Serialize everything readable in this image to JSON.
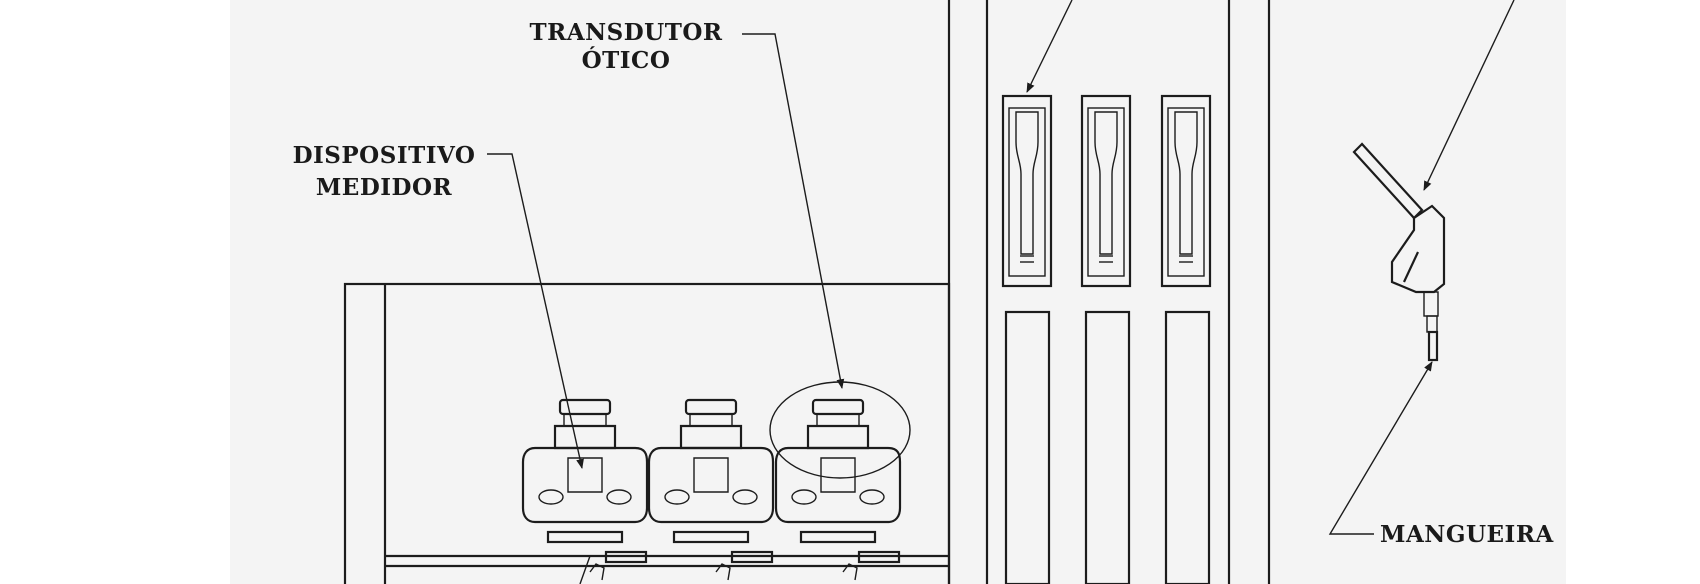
{
  "labels": {
    "transdutor_line1": "TRANSDUTOR",
    "transdutor_line2": "ÓTICO",
    "dispositivo_line1": "DISPOSITIVO",
    "dispositivo_line2": "MEDIDOR",
    "mangueira": "MANGUEIRA"
  },
  "colors": {
    "paper": "#f4f4f4",
    "ink": "#1c1c1c",
    "margin": "#ffffff"
  }
}
